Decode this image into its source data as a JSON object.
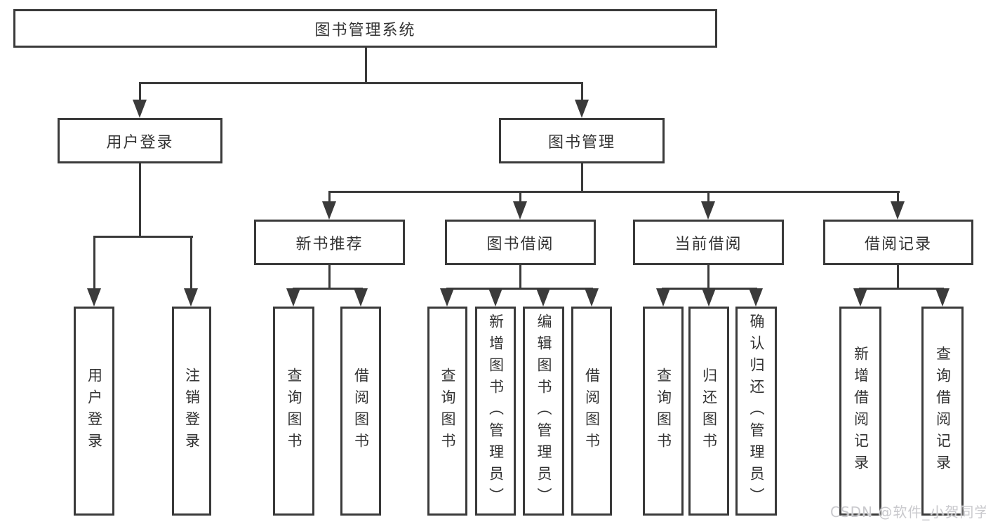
{
  "diagram": {
    "root": {
      "label": "图书管理系统"
    },
    "level2": {
      "user_login": {
        "label": "用户登录"
      },
      "book_management": {
        "label": "图书管理"
      }
    },
    "level3": {
      "new_book_recommend": {
        "label": "新书推荐"
      },
      "book_borrow": {
        "label": "图书借阅"
      },
      "current_borrow": {
        "label": "当前借阅"
      },
      "borrow_records": {
        "label": "借阅记录"
      }
    },
    "leaves": {
      "user_login": {
        "label": "用户登录"
      },
      "logout": {
        "label": "注销登录"
      },
      "query_book_1": {
        "label": "查询图书"
      },
      "borrow_book_1": {
        "label": "借阅图书"
      },
      "query_book_2": {
        "label": "查询图书"
      },
      "add_book_admin": {
        "label": "新增图书（管理员）"
      },
      "edit_book_admin": {
        "label": "编辑图书（管理员）"
      },
      "borrow_book_2": {
        "label": "借阅图书"
      },
      "query_book_3": {
        "label": "查询图书"
      },
      "return_book": {
        "label": "归还图书"
      },
      "confirm_return_admin": {
        "label": "确认归还（管理员）"
      },
      "add_borrow_record": {
        "label": "新增借阅记录"
      },
      "query_borrow_record": {
        "label": "查询借阅记录"
      }
    }
  },
  "watermark": {
    "text": "CSDN @软件_小贺同学"
  },
  "colors": {
    "line": "#3a3a3a",
    "text": "#333333",
    "box_fill": "#ffffff",
    "watermark_text": "#c9c9cd"
  }
}
